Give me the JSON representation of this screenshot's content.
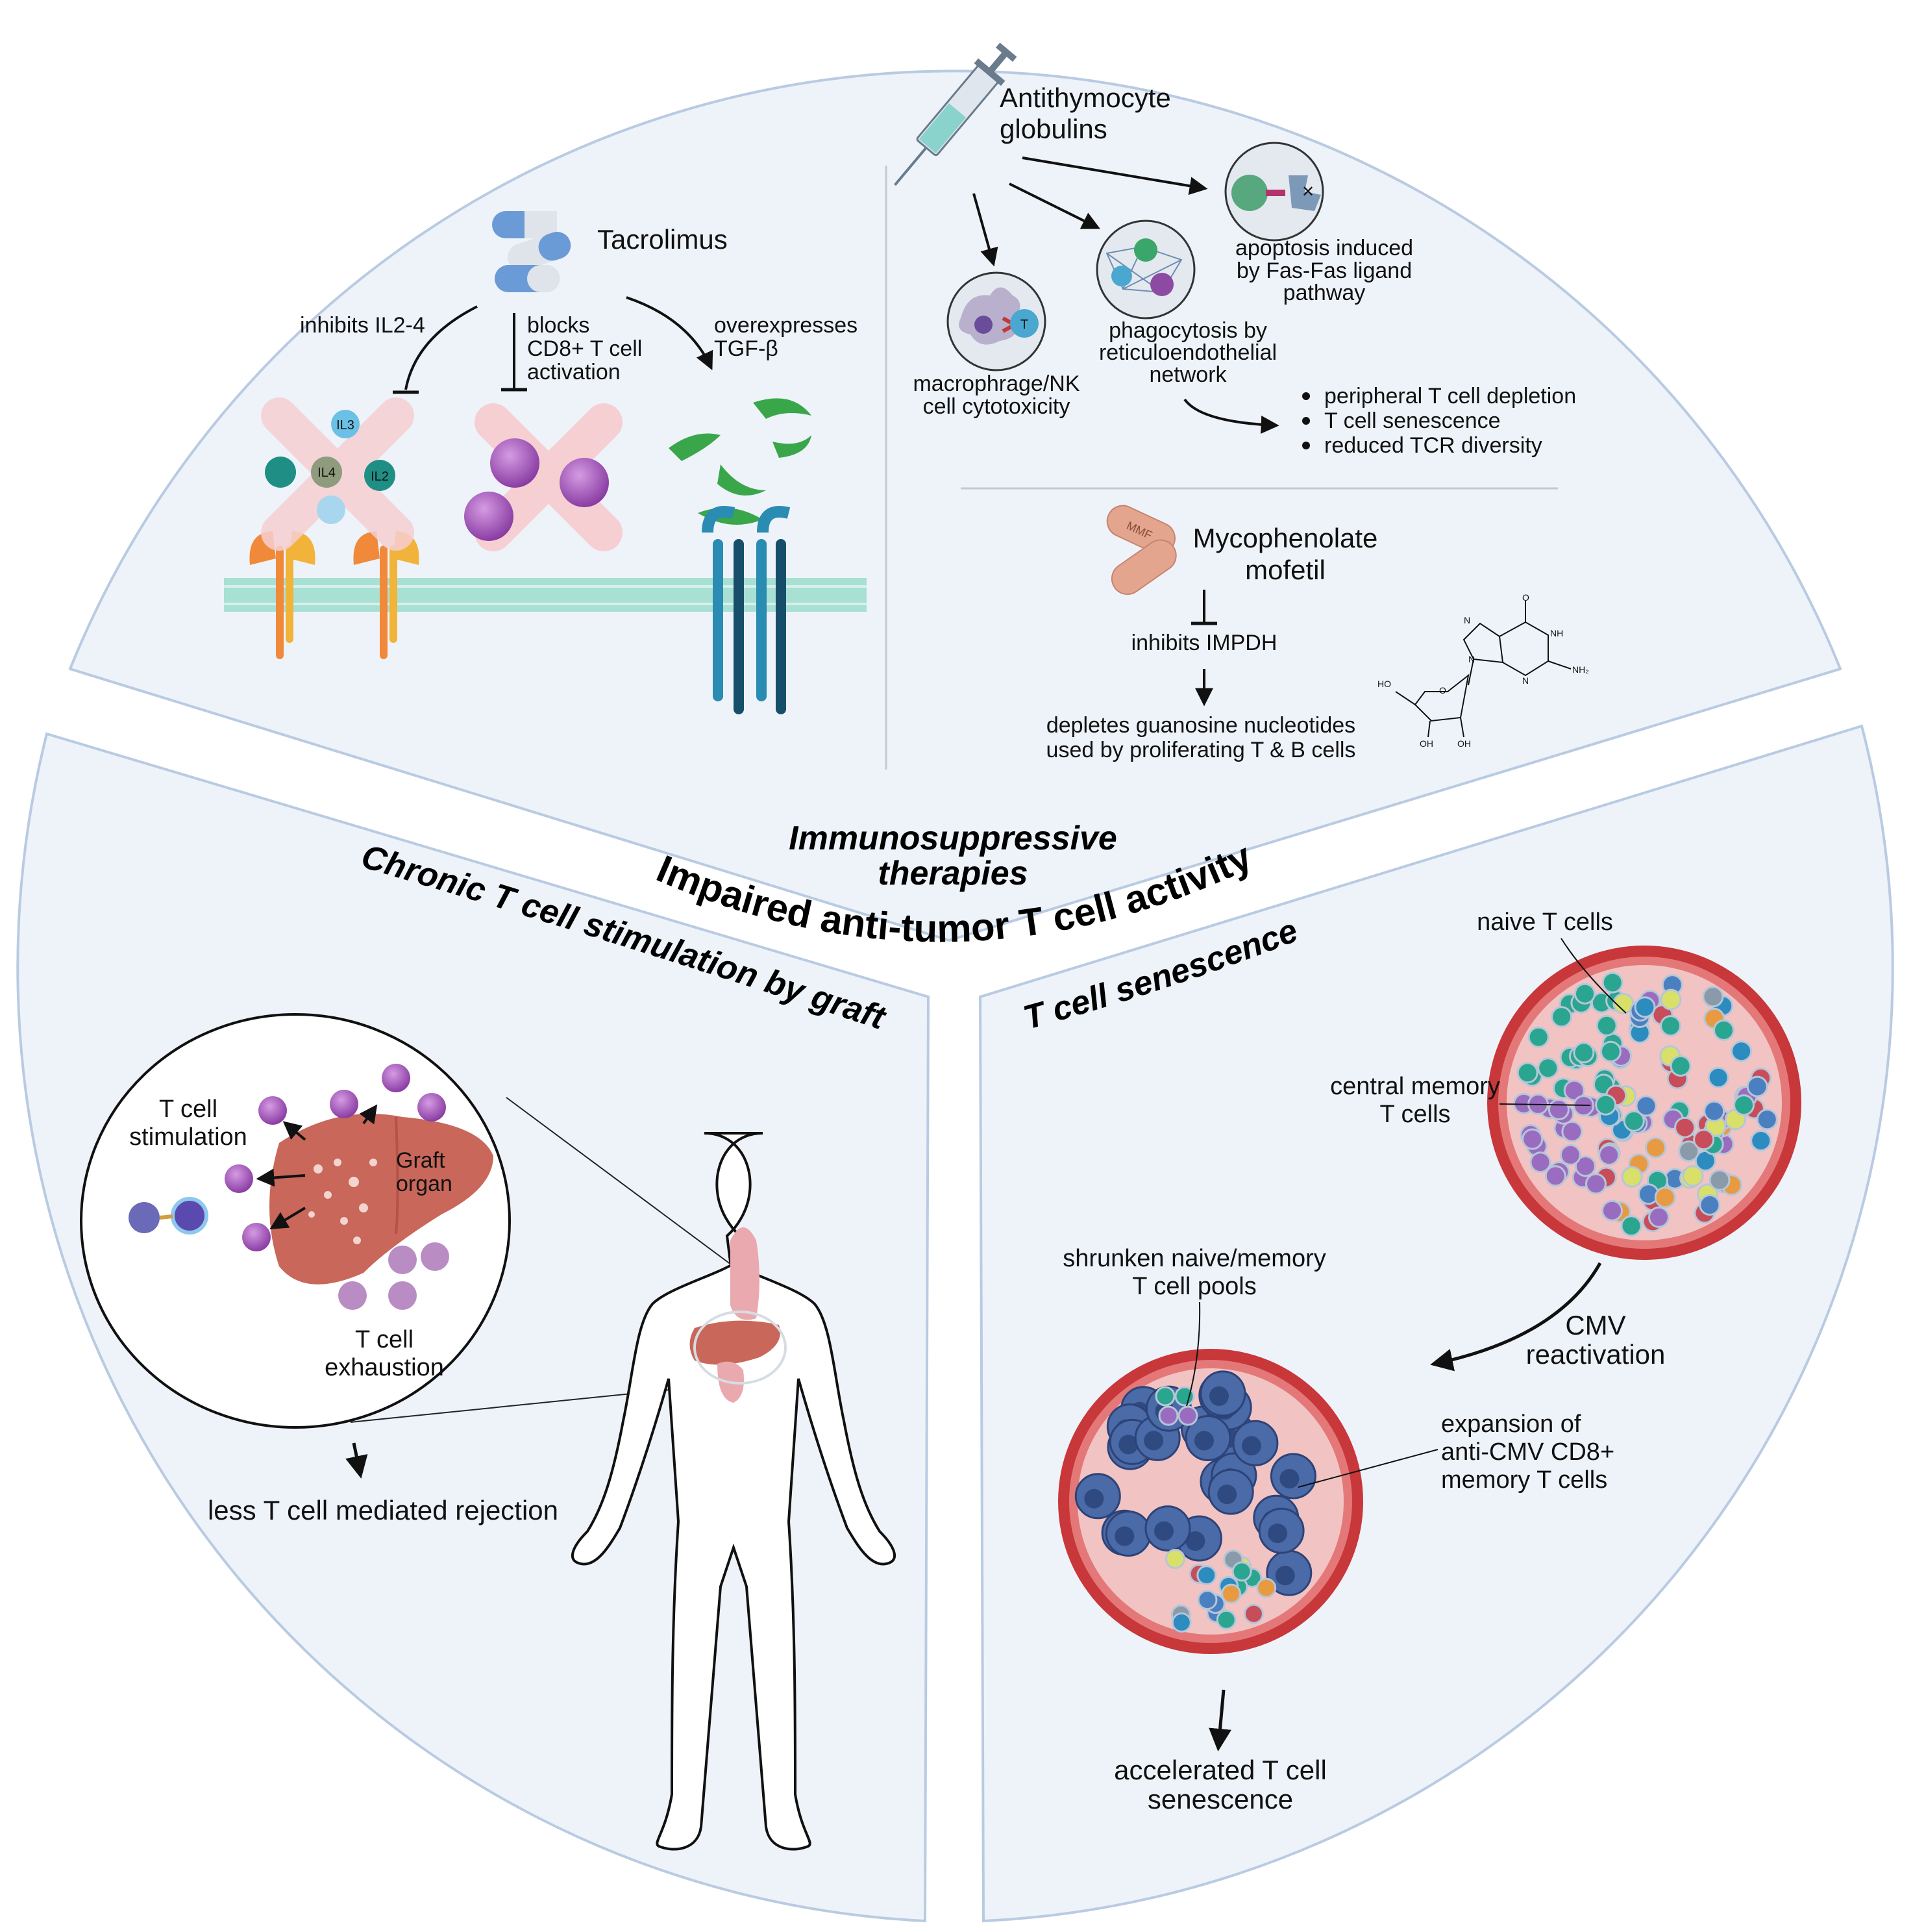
{
  "center_title": "Impaired anti-tumor T cell activity",
  "sections": {
    "immunosuppressive": {
      "title_line1": "Immunosuppressive",
      "title_line2": "therapies",
      "tacrolimus": {
        "name": "Tacrolimus",
        "effect1": "inhibits IL2-4",
        "effect2_line1": "blocks",
        "effect2_line2": "CD8+ T cell",
        "effect2_line3": "activation",
        "effect3_line1": "overexpresses",
        "effect3_line2": "TGF-β",
        "il3": "IL3",
        "il4": "IL4",
        "il2": "IL2"
      },
      "atg": {
        "name_line1": "Antithymocyte",
        "name_line2": "globulins",
        "apoptosis_line1": "apoptosis induced",
        "apoptosis_line2": "by Fas-Fas ligand",
        "apoptosis_line3": "pathway",
        "phago_line1": "phagocytosis by",
        "phago_line2": "reticuloendothelial",
        "phago_line3": "network",
        "macro_line1": "macrophrage/NK",
        "macro_line2": "cell cytotoxicity",
        "bullets": [
          "peripheral T cell depletion",
          "T cell senescence",
          "reduced TCR diversity"
        ]
      },
      "mmf": {
        "name_line1": "Mycophenolate",
        "name_line2": "mofetil",
        "pill_label": "MMF",
        "effect1": "inhibits IMPDH",
        "effect2_line1": "depletes guanosine nucleotides",
        "effect2_line2": "used by proliferating T & B cells",
        "chem_labels": [
          "O",
          "NH",
          "N",
          "N",
          "N",
          "NH₂",
          "HO",
          "O",
          "OH",
          "OH"
        ]
      }
    },
    "chronic": {
      "title": "Chronic T cell stimulation by graft",
      "stim_line1": "T cell",
      "stim_line2": "stimulation",
      "graft_line1": "Graft",
      "graft_line2": "organ",
      "exh_line1": "T cell",
      "exh_line2": "exhaustion",
      "outcome": "less T cell mediated rejection"
    },
    "senescence": {
      "title": "T cell senescence",
      "naive": "naive T cells",
      "central_line1": "central memory",
      "central_line2": "T cells",
      "cmv_line1": "CMV",
      "cmv_line2": "reactivation",
      "shrunken_line1": "shrunken naive/memory",
      "shrunken_line2": "T cell pools",
      "expansion_line1": "expansion of",
      "expansion_line2": "anti-CMV CD8+",
      "expansion_line3": "memory T cells",
      "outcome_line1": "accelerated T cell",
      "outcome_line2": "senescence"
    }
  },
  "colors": {
    "panel_fill": "#eef3fa",
    "panel_stroke": "#b9cbe2",
    "membrane": "#a8e0d3",
    "vessel": "#c8373a",
    "liver": "#c8675a",
    "tcell": "#a054b8"
  }
}
